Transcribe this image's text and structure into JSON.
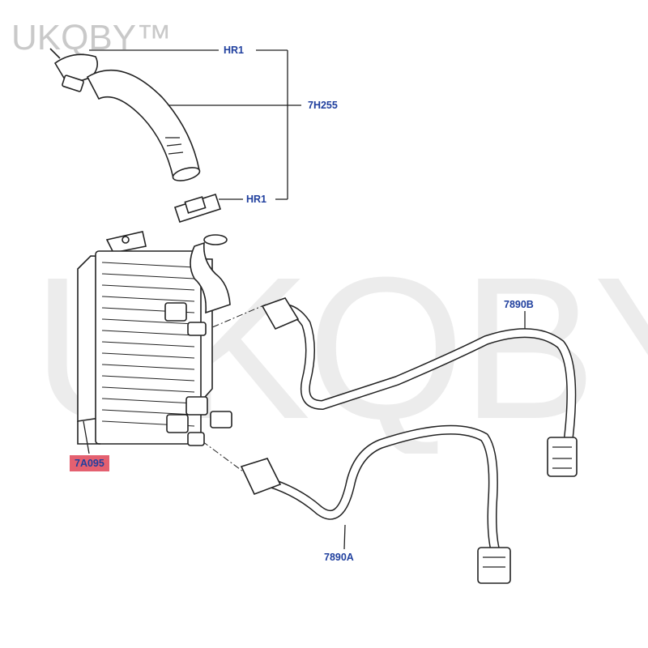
{
  "watermark": {
    "text": "UKQBY™"
  },
  "callouts": {
    "hr1_top": "HR1",
    "hose": "7H255",
    "hr1_bottom": "HR1",
    "cooler": "7A095",
    "line_b": "7890B",
    "line_a": "7890A"
  },
  "colors": {
    "callout_text": "#1f3f9e",
    "highlight": "#e46070",
    "drawing": "#222222"
  }
}
